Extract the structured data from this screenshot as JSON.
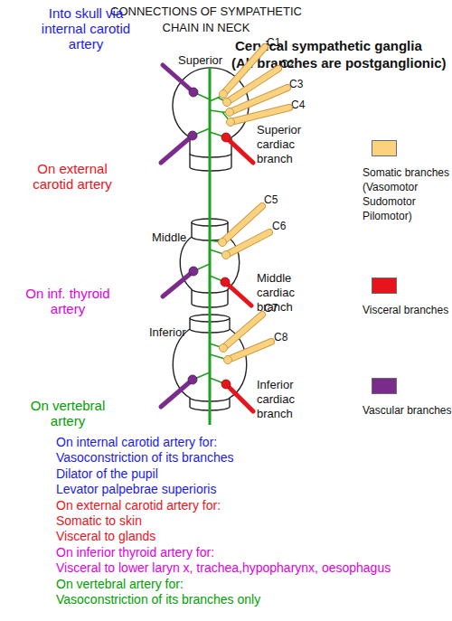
{
  "diagram": {
    "title": "CONNECTIONS OF SYMPATHETIC CHAIN IN NECK",
    "nodes": [
      {
        "text": [
          "Superior"
        ]
      },
      {
        "text": [
          "Middle"
        ]
      },
      {
        "text": [
          "Inferior"
        ]
      }
    ],
    "edges": [
      {
        "from": 0,
        "to": 1,
        "arrow": "none"
      },
      {
        "from": 1,
        "to": 2,
        "arrow": "none"
      }
    ],
    "labels": [
      "Into skull via internal carotid artery",
      "Cervical sympathetic ganglia",
      "(All branches are postganglionic)",
      "C1",
      "C2",
      "C3",
      "C4",
      "On external carotid artery",
      "Superior cardiac branch",
      "C5",
      "C6",
      "On inf. thyroid artery",
      "Middle cardiac branch",
      "C7",
      "C8",
      "On vertebral artery",
      "Inferior cardiac branch",
      "On internal carotid artery for:",
      "Vasoconstriction of its branches",
      "Dilator of the pupil",
      "Levator palpebrae superioris",
      "On external carotid artery for:",
      "Somatic to skin",
      "Visceral to glands",
      "On inferior thyroid artery for:",
      "Visceral to lower laryn x, trachea,hypopharynx, oesophagus",
      "On vertebral artery for:",
      "Vasoconstriction of its branches only"
    ],
    "legend": [
      {
        "text": "Somatic branches (Vasomotor Sudomotor Pilomotor)",
        "color": "#fcd27f"
      },
      {
        "text": "Visceral branches",
        "color": "#e8141c"
      },
      {
        "text": "Vascular branches",
        "color": "#7b2b8c"
      }
    ]
  }
}
